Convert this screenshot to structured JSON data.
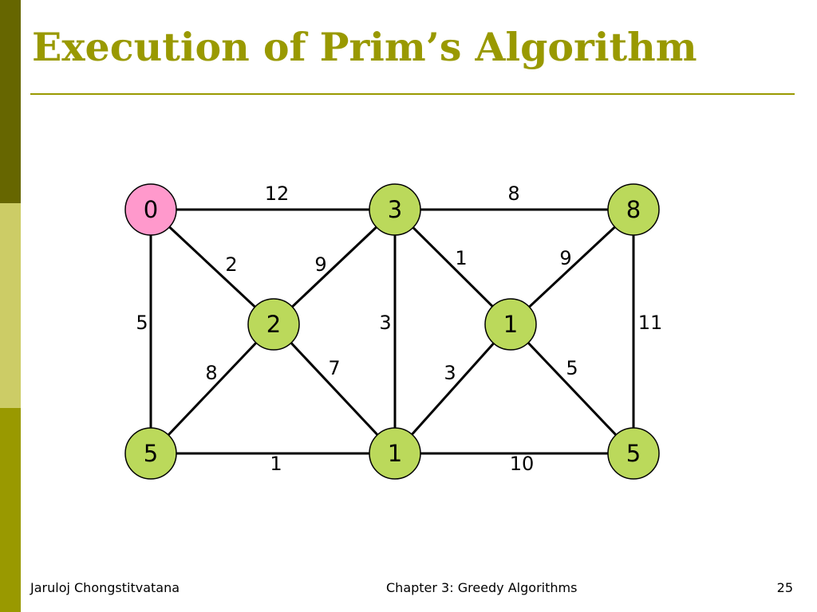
{
  "slide": {
    "title": "Execution of Prim’s Algorithm",
    "footer_left": "Jaruloj Chongstitvatana",
    "footer_center": "Chapter 3: Greedy Algorithms",
    "page_number": "25"
  },
  "colors": {
    "accent": "#999900",
    "bar_dark": "#666600",
    "bar_light": "#cccc66",
    "node_fill": "#bbd95b",
    "start_node_fill": "#ff99cc"
  },
  "graph": {
    "nodes": [
      {
        "id": "n0",
        "label": "0",
        "start": true
      },
      {
        "id": "n1",
        "label": "3",
        "start": false
      },
      {
        "id": "n2",
        "label": "8",
        "start": false
      },
      {
        "id": "n3",
        "label": "2",
        "start": false
      },
      {
        "id": "n4",
        "label": "1",
        "start": false
      },
      {
        "id": "n5",
        "label": "5",
        "start": false
      },
      {
        "id": "n6",
        "label": "1",
        "start": false
      },
      {
        "id": "n7",
        "label": "5",
        "start": false
      }
    ],
    "edges": [
      {
        "from": "n0",
        "to": "n1",
        "weight": "12"
      },
      {
        "from": "n1",
        "to": "n2",
        "weight": "8"
      },
      {
        "from": "n0",
        "to": "n3",
        "weight": "2"
      },
      {
        "from": "n3",
        "to": "n1",
        "weight": "9"
      },
      {
        "from": "n1",
        "to": "n4",
        "weight": "1"
      },
      {
        "from": "n4",
        "to": "n2",
        "weight": "9"
      },
      {
        "from": "n0",
        "to": "n5",
        "weight": "5"
      },
      {
        "from": "n1",
        "to": "n6",
        "weight": "3"
      },
      {
        "from": "n2",
        "to": "n7",
        "weight": "11"
      },
      {
        "from": "n5",
        "to": "n3",
        "weight": "8"
      },
      {
        "from": "n3",
        "to": "n6",
        "weight": "7"
      },
      {
        "from": "n6",
        "to": "n4",
        "weight": "3"
      },
      {
        "from": "n4",
        "to": "n7",
        "weight": "5"
      },
      {
        "from": "n5",
        "to": "n6",
        "weight": "1"
      },
      {
        "from": "n6",
        "to": "n7",
        "weight": "10"
      }
    ]
  }
}
